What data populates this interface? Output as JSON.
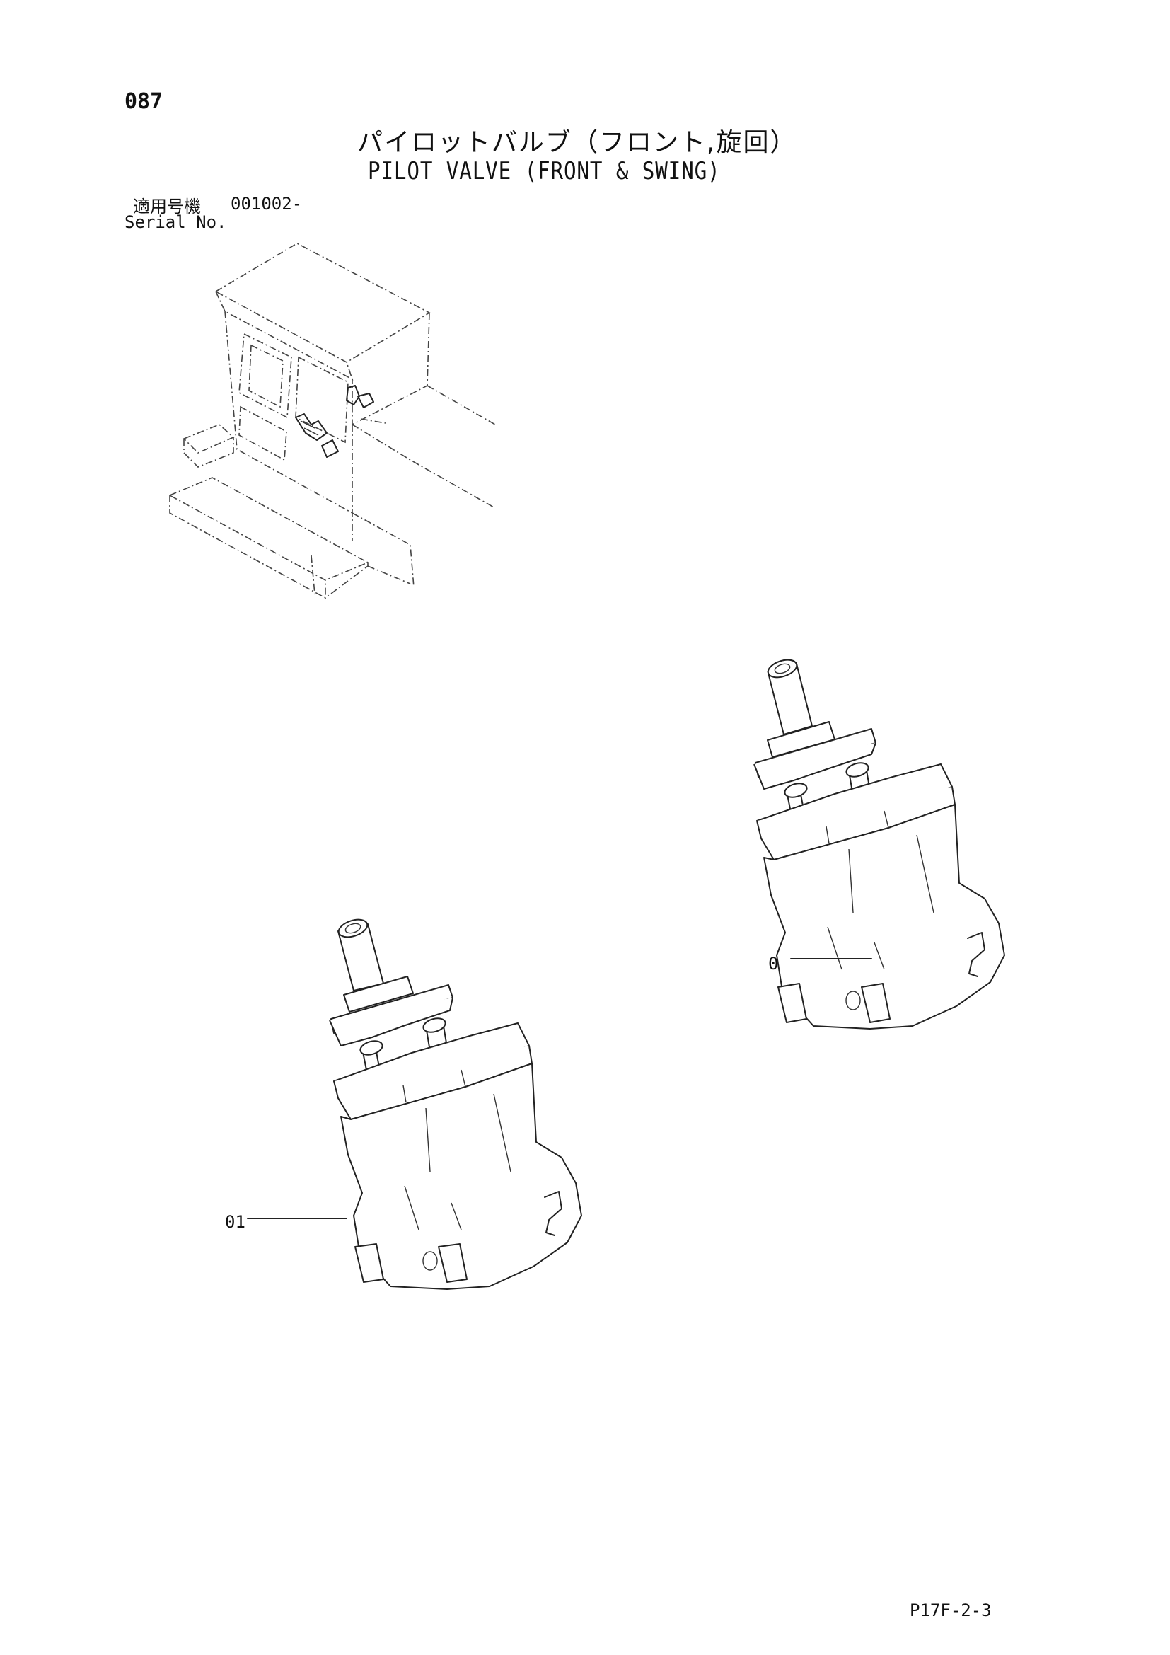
{
  "header": {
    "page_number": "087",
    "title_jp": "パイロットバルブ（フロント,旋回）",
    "title_en": "PILOT VALVE (FRONT & SWING)"
  },
  "serial": {
    "label_jp": "適用号機",
    "label_en": "Serial No.",
    "value": "001002-"
  },
  "callouts": {
    "upper_part_label": "01",
    "lower_part_label": "01"
  },
  "footer": {
    "page_ref": "P17F-2-3"
  }
}
